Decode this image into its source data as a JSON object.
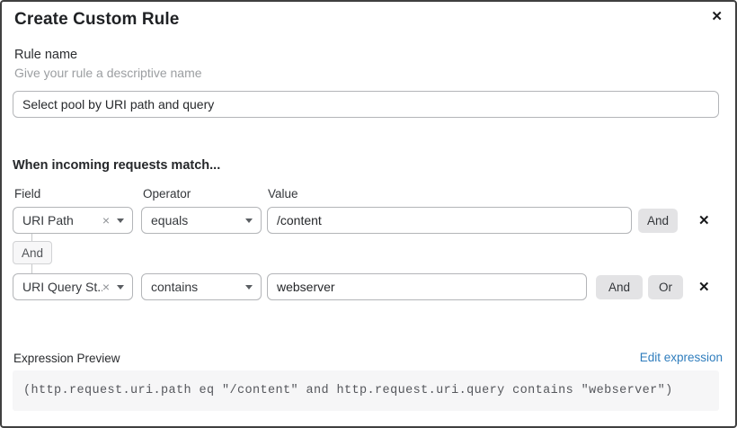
{
  "dialog": {
    "title": "Create Custom Rule"
  },
  "icons": {
    "close": "✕",
    "clear": "×",
    "delete": "✕"
  },
  "rule_name": {
    "label": "Rule name",
    "helper": "Give your rule a descriptive name",
    "value": "Select pool by URI path and query"
  },
  "matcher": {
    "heading": "When incoming requests match...",
    "columns": {
      "field": "Field",
      "operator": "Operator",
      "value": "Value"
    },
    "connector_label": "And",
    "rows": [
      {
        "field": "URI Path",
        "operator": "equals",
        "value": "/content",
        "and_button": "And"
      },
      {
        "field": "URI Query St...",
        "operator": "contains",
        "value": "webserver",
        "and_button": "And",
        "or_button": "Or"
      }
    ]
  },
  "expression": {
    "label": "Expression Preview",
    "edit_link": "Edit expression",
    "code": "(http.request.uri.path eq \"/content\" and http.request.uri.query contains \"webserver\")"
  },
  "colors": {
    "link_blue": "#2f7dbd",
    "code_background": "#f6f6f7",
    "button_gray": "#e3e3e5"
  }
}
